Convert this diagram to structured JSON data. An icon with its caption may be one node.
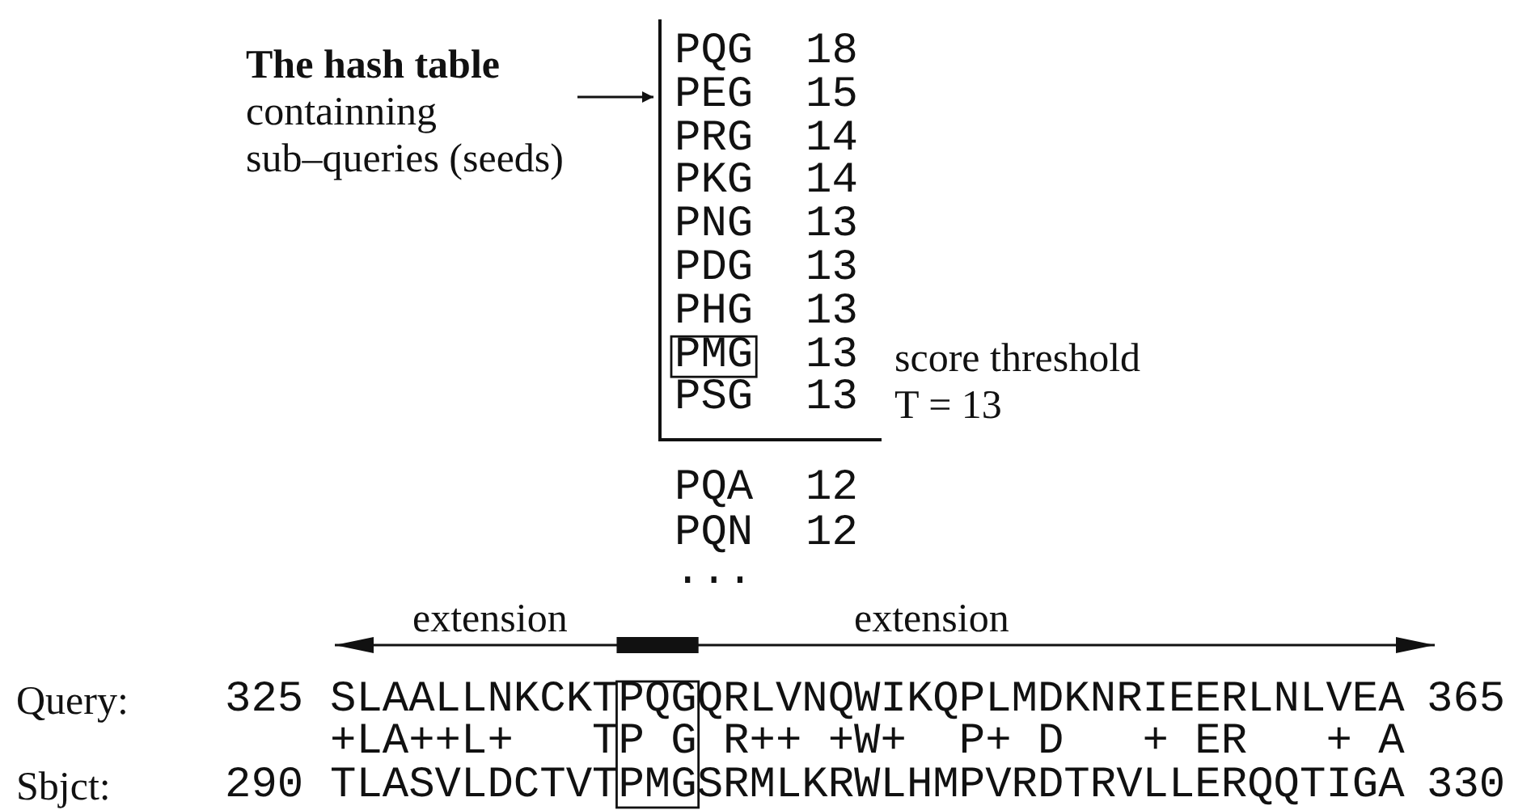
{
  "diagram": {
    "nodes": [
      {
        "text": [
          "**The hash table** containning sub–queries (seeds)"
        ]
      },
      {
        "text": [],
        "shape": "box"
      }
    ],
    "edges": [
      {
        "from": 0,
        "to": 1,
        "arrow": "to"
      }
    ],
    "labels": [
      "PQG",
      "18",
      "PEG",
      "15",
      "PRG",
      "14",
      "PKG",
      "14",
      "PNG",
      "13",
      "PDG",
      "13",
      "PHG",
      "13",
      "PMG",
      "13",
      "PSG",
      "13",
      "score threshold",
      "T = 13",
      "PQA",
      "12",
      "PQN",
      "12",
      "...",
      "extension",
      "extension",
      "Query:",
      "325",
      "SLAALLNKCKTPQGQRLVNQWIKQPLMDKNRIEERLNLVEA",
      "365",
      "+LA++L+   TP G R++ +W+  P+ D   + ER   + A",
      "Sbjct:",
      "290",
      "TLASVLDCTVTPMGSRMLKRWLHMPVRDTRVLLERQQTIGA",
      "330"
    ]
  }
}
